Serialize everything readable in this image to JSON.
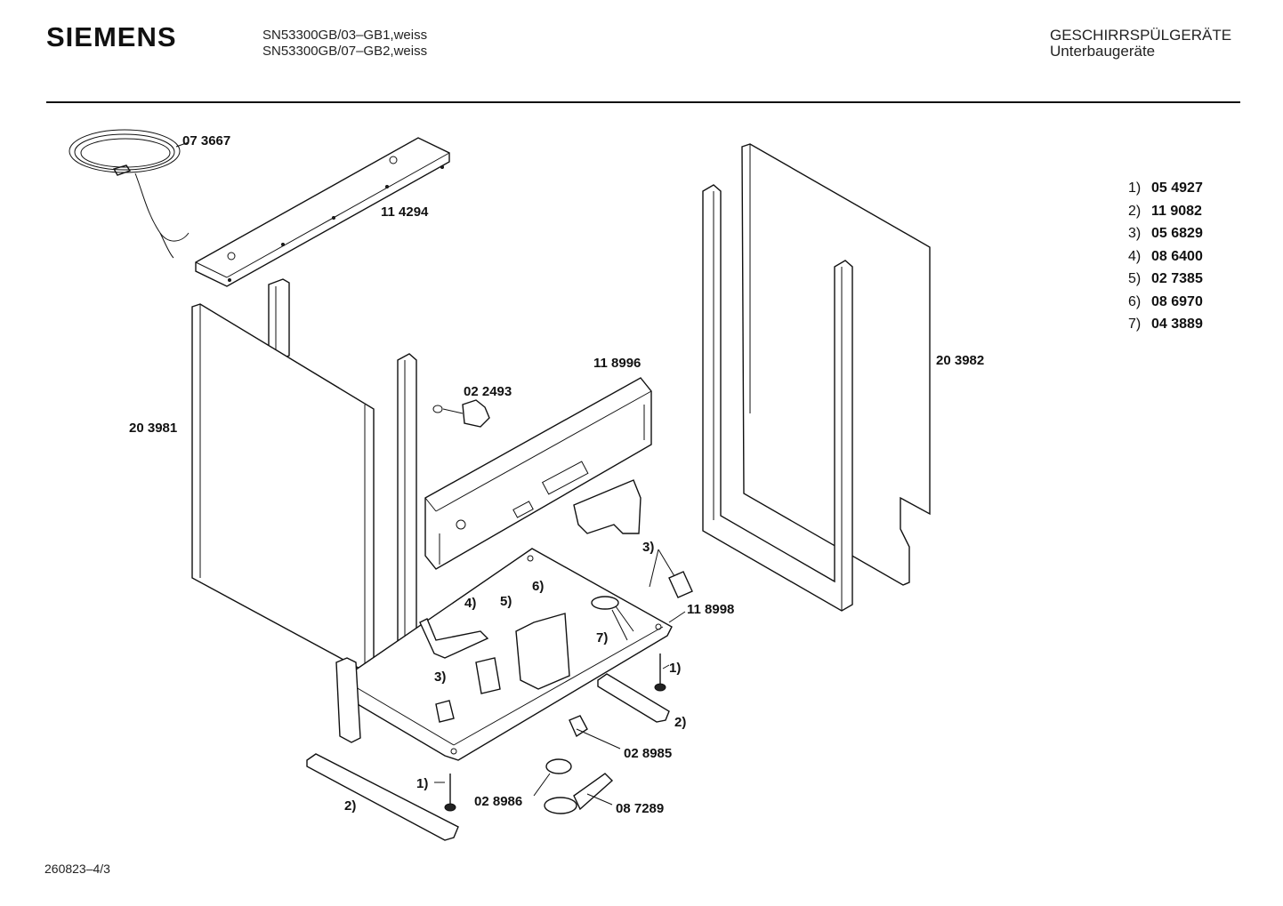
{
  "header": {
    "brand": "SIEMENS",
    "model_line_1": "SN53300GB/03–GB1,weiss",
    "model_line_2": "SN53300GB/07–GB2,weiss",
    "category_line_1": "GESCHIRRSPÜLGERÄTE",
    "category_line_2": "Unterbaugeräte"
  },
  "footer": {
    "drawing_number": "260823–4/3"
  },
  "legend": [
    {
      "key": "1)",
      "part": "05 4927"
    },
    {
      "key": "2)",
      "part": "11 9082"
    },
    {
      "key": "3)",
      "part": "05 6829"
    },
    {
      "key": "4)",
      "part": "08 6400"
    },
    {
      "key": "5)",
      "part": "02 7385"
    },
    {
      "key": "6)",
      "part": "08 6970"
    },
    {
      "key": "7)",
      "part": "04 3889"
    }
  ],
  "parts": {
    "power_cord": "07 3667",
    "top_strip": "11 4294",
    "side_panel_left": "20 3981",
    "side_panel_right": "20 3982",
    "rear_panel": "11 8996",
    "water_valve": "02 2493",
    "base_frame": "11 8998",
    "switch_part": "02 8985",
    "float_part": "02 8986",
    "float_holder": "08 7289"
  },
  "refs": {
    "r1a": "1)",
    "r1b": "1)",
    "r2a": "2)",
    "r2b": "2)",
    "r3a": "3)",
    "r3b": "3)",
    "r4": "4)",
    "r5": "5)",
    "r6": "6)",
    "r7": "7)"
  }
}
